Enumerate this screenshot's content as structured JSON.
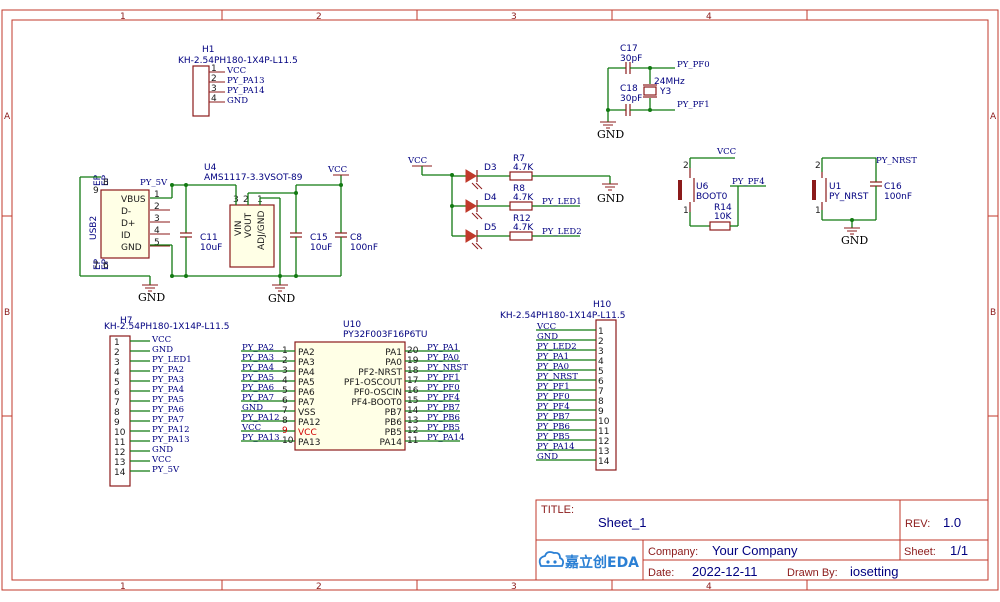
{
  "frame": {
    "cols": [
      "1",
      "2",
      "3",
      "4"
    ],
    "rows": [
      "A",
      "B"
    ]
  },
  "title_block": {
    "title_label": "TITLE:",
    "title_value": "Sheet_1",
    "rev_label": "REV:",
    "rev_value": "1.0",
    "company_label": "Company:",
    "company_value": "Your Company",
    "sheet_label": "Sheet:",
    "sheet_value": "1/1",
    "date_label": "Date:",
    "date_value": "2022-12-11",
    "drawn_label": "Drawn By:",
    "drawn_value": "iosetting",
    "logo_text": "嘉立创EDA"
  },
  "h1": {
    "ref": "H1",
    "part": "KH-2.54PH180-1X4P-L11.5",
    "pins": [
      "1",
      "2",
      "3",
      "4"
    ],
    "nets": [
      "VCC",
      "PY_PA13",
      "PY_PA14",
      "GND"
    ]
  },
  "crystal": {
    "c17_ref": "C17",
    "c17_val": "30pF",
    "c18_ref": "C18",
    "c18_val": "30pF",
    "y3_ref": "Y3",
    "y3_val": "24MHz",
    "net_pf0": "PY_PF0",
    "net_pf1": "PY_PF1",
    "gnd": "GND"
  },
  "usb": {
    "ref": "USB2",
    "pins_left": [
      "VBUS",
      "D-",
      "D+",
      "ID",
      "GND"
    ],
    "pin_nums": [
      "1",
      "2",
      "3",
      "4",
      "5"
    ],
    "ep_top": [
      "9",
      "8"
    ],
    "ep_bot": [
      "7",
      "6"
    ],
    "ep_label": "EP",
    "net_5v": "PY_5V"
  },
  "ldo": {
    "ref": "U4",
    "part": "AMS1117-3.3VSOT-89",
    "pins": [
      "VIN",
      "VOUT",
      "ADJ/GND"
    ],
    "pin_nums": [
      "3",
      "2",
      "1"
    ],
    "c11_ref": "C11",
    "c11_val": "10uF",
    "c15_ref": "C15",
    "c15_val": "10uF",
    "c8_ref": "C8",
    "c8_val": "100nF",
    "vcc": "VCC",
    "gnd1": "GND",
    "gnd2": "GND"
  },
  "leds": {
    "vcc": "VCC",
    "d3": "D3",
    "d4": "D4",
    "d5": "D5",
    "r7_ref": "R7",
    "r7_val": "4.7K",
    "r8_ref": "R8",
    "r8_val": "4.7K",
    "r12_ref": "R12",
    "r12_val": "4.7K",
    "gnd": "GND",
    "net_led1": "PY_LED1",
    "net_led2": "PY_LED2"
  },
  "boot": {
    "ref": "U6",
    "name": "BOOT0",
    "r14_ref": "R14",
    "r14_val": "10K",
    "vcc": "VCC",
    "net": "PY_PF4",
    "pin_nums": [
      "2",
      "1"
    ]
  },
  "reset": {
    "ref": "U1",
    "name": "PY_NRST",
    "c16_ref": "C16",
    "c16_val": "100nF",
    "net": "PY_NRST",
    "gnd": "GND",
    "pin_nums": [
      "2",
      "1"
    ]
  },
  "h7": {
    "ref": "H7",
    "part": "KH-2.54PH180-1X14P-L11.5",
    "pins": [
      "1",
      "2",
      "3",
      "4",
      "5",
      "6",
      "7",
      "8",
      "9",
      "10",
      "11",
      "12",
      "13",
      "14"
    ],
    "nets": [
      "VCC",
      "GND",
      "PY_LED1",
      "PY_PA2",
      "PY_PA3",
      "PY_PA4",
      "PY_PA5",
      "PY_PA6",
      "PY_PA7",
      "PY_PA12",
      "PY_PA13",
      "GND",
      "VCC",
      "PY_5V"
    ]
  },
  "mcu": {
    "ref": "U10",
    "part": "PY32F003F16P6TU",
    "left_pins": [
      "PA2",
      "PA3",
      "PA4",
      "PA5",
      "PA6",
      "PA7",
      "VSS",
      "PA12",
      "VCC",
      "PA13"
    ],
    "left_nums": [
      "1",
      "2",
      "3",
      "4",
      "5",
      "6",
      "7",
      "8",
      "9",
      "10"
    ],
    "left_nets": [
      "PY_PA2",
      "PY_PA3",
      "PY_PA4",
      "PY_PA5",
      "PY_PA6",
      "PY_PA7",
      "GND",
      "PY_PA12",
      "VCC",
      "PY_PA13"
    ],
    "right_pins": [
      "PA1",
      "PA0",
      "PF2-NRST",
      "PF1-OSCOUT",
      "PF0-OSCIN",
      "PF4-BOOT0",
      "PB7",
      "PB6",
      "PB5",
      "PA14"
    ],
    "right_nums": [
      "20",
      "19",
      "18",
      "17",
      "16",
      "15",
      "14",
      "13",
      "12",
      "11"
    ],
    "right_nets": [
      "PY_PA1",
      "PY_PA0",
      "PY_NRST",
      "PY_PF1",
      "PY_PF0",
      "PY_PF4",
      "PY_PB7",
      "PY_PB6",
      "PY_PB5",
      "PY_PA14"
    ]
  },
  "h10": {
    "ref": "H10",
    "part": "KH-2.54PH180-1X14P-L11.5",
    "pins": [
      "1",
      "2",
      "3",
      "4",
      "5",
      "6",
      "7",
      "8",
      "9",
      "10",
      "11",
      "12",
      "13",
      "14"
    ],
    "nets": [
      "VCC",
      "GND",
      "PY_LED2",
      "PY_PA1",
      "PY_PA0",
      "PY_NRST",
      "PY_PF1",
      "PY_PF0",
      "PY_PF4",
      "PY_PB7",
      "PY_PB6",
      "PY_PB5",
      "PY_PA14",
      "GND"
    ]
  }
}
